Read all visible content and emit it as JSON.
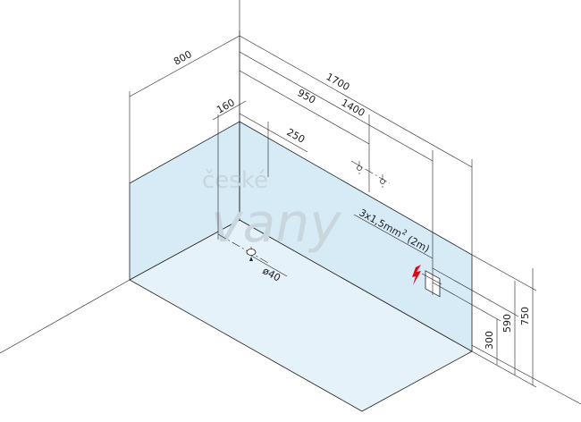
{
  "dimensions": {
    "width_800": "800",
    "length_1700": "1700",
    "offset_160": "160",
    "distance_950": "950",
    "distance_1400": "1400",
    "distance_250": "250",
    "drain_diameter": "ø40",
    "height_300": "300",
    "height_590": "590",
    "height_750": "750"
  },
  "electrical": {
    "cable_spec": "3x1,5mm",
    "cable_exponent": "2",
    "cable_length": "(2m)",
    "hazard_symbol": "lightning-bolt",
    "hazard_color": "#e30613"
  },
  "watermark": {
    "line1": "české",
    "line2": "vany"
  },
  "colors": {
    "tub_fill": "#d6ebf6",
    "floor_fill": "#e6f2f9",
    "stroke": "#222222"
  }
}
